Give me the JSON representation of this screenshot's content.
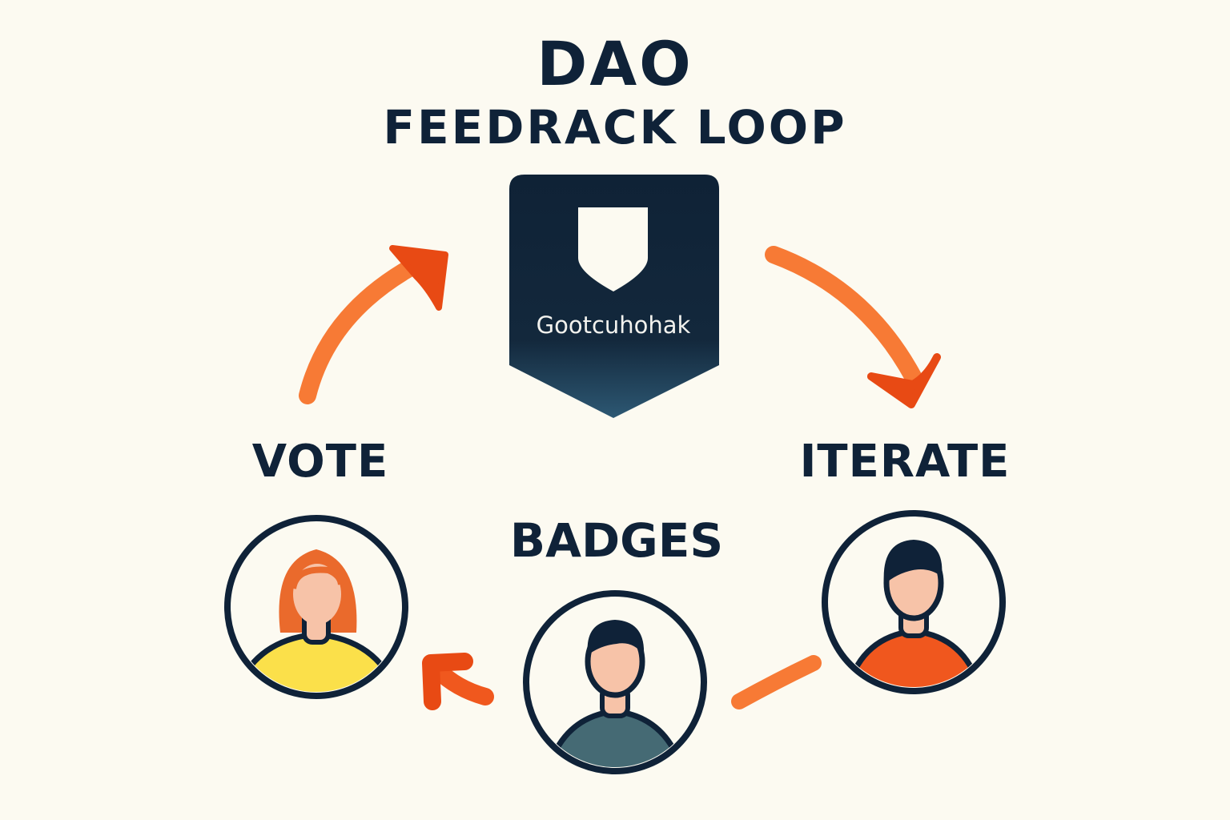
{
  "title": {
    "main": "DAO",
    "sub": "FEEDRACK LOOP"
  },
  "center_badge": {
    "icon": "shield-icon",
    "text": "Gootcuhohak",
    "colors": {
      "top": "#0f2236",
      "bottom": "#2b5470",
      "shield": "#fcfaf1"
    }
  },
  "nodes": [
    {
      "id": "vote",
      "label": "VOTE",
      "avatar": "woman-avatar",
      "hair": "#e8622a",
      "shirt": "#fbe04a"
    },
    {
      "id": "badges",
      "label": "BADGES",
      "avatar": "man-avatar",
      "hair": "#0f2238",
      "shirt": "#456a74"
    },
    {
      "id": "iterate",
      "label": "ITERATE",
      "avatar": "man-avatar",
      "hair": "#0f2238",
      "shirt": "#f0571e"
    }
  ],
  "arrows": [
    {
      "from": "vote",
      "to": "center",
      "direction": "up-right"
    },
    {
      "from": "center",
      "to": "iterate",
      "direction": "down-right"
    },
    {
      "from": "iterate",
      "to": "badges",
      "direction": "left"
    },
    {
      "from": "badges",
      "to": "vote",
      "direction": "left"
    }
  ],
  "colors": {
    "background": "#fcfaf1",
    "ink": "#0f2238",
    "arrow": "#f77a35",
    "arrow_head": "#e84a14",
    "skin": "#f7c3a8"
  }
}
